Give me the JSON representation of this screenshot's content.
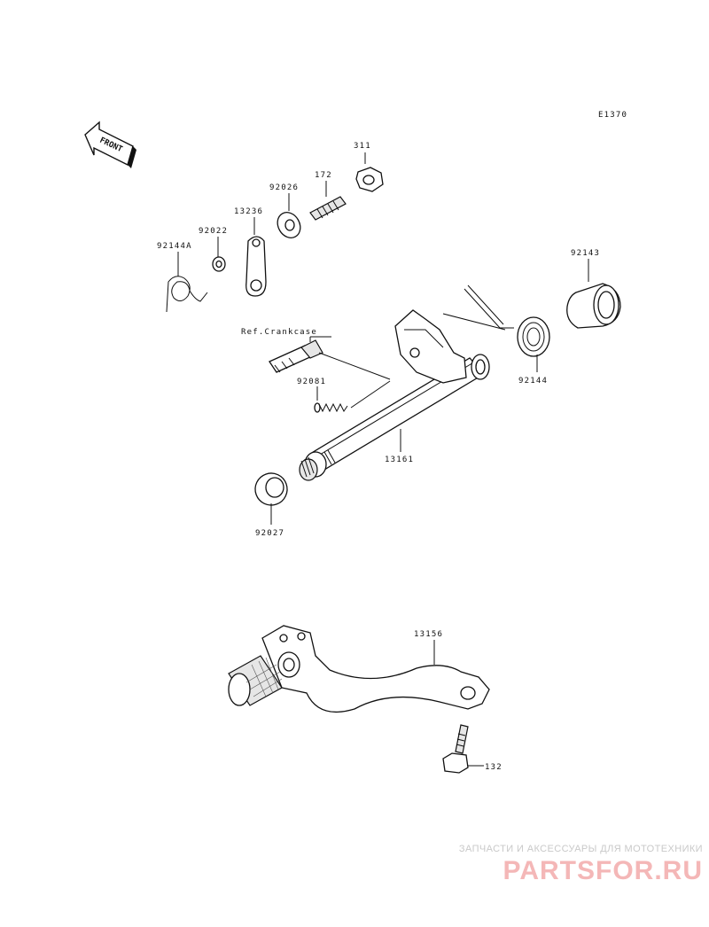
{
  "diagram_code": "E1370",
  "front_label": "FRONT",
  "ref_label": "Ref.Crankcase",
  "parts": {
    "p311": "311",
    "p172": "172",
    "p92026": "92026",
    "p13236": "13236",
    "p92022": "92022",
    "p92144a": "92144A",
    "p92143": "92143",
    "p92081": "92081",
    "p92144": "92144",
    "p13161": "13161",
    "p92027": "92027",
    "p13156": "13156",
    "p132": "132"
  },
  "watermark": {
    "tagline": "ЗАПЧАСТИ И АКСЕССУАРЫ ДЛЯ МОТОТЕХНИКИ",
    "logo": "PARTSFOR.RU"
  }
}
